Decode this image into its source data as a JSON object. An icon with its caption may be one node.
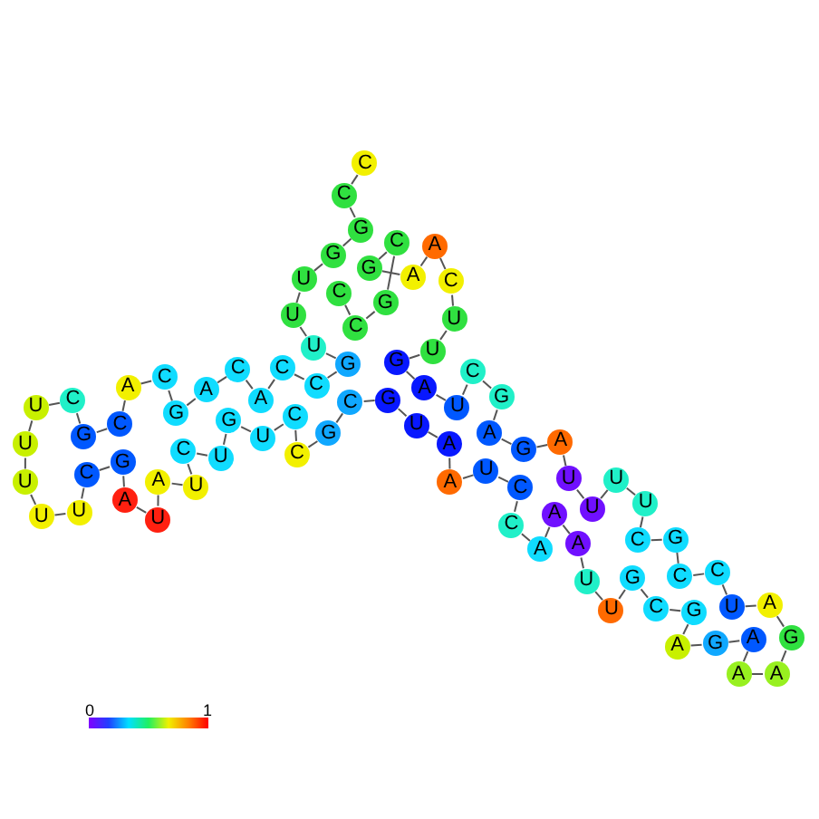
{
  "diagram": {
    "nodes": [
      {
        "text": [
          "C"
        ]
      },
      {
        "text": [
          "C"
        ]
      },
      {
        "text": [
          "G"
        ]
      },
      {
        "text": [
          "G"
        ]
      },
      {
        "text": [
          "U"
        ]
      },
      {
        "text": [
          "U"
        ]
      },
      {
        "text": [
          "U"
        ]
      },
      {
        "text": [
          "G"
        ]
      },
      {
        "text": [
          "C"
        ]
      },
      {
        "text": [
          "C"
        ]
      },
      {
        "text": [
          "A"
        ]
      },
      {
        "text": [
          "C"
        ]
      },
      {
        "text": [
          "A"
        ]
      },
      {
        "text": [
          "G"
        ]
      },
      {
        "text": [
          "C"
        ]
      },
      {
        "text": [
          "A"
        ]
      },
      {
        "text": [
          "C"
        ]
      },
      {
        "text": [
          "G"
        ]
      },
      {
        "text": [
          "C"
        ]
      },
      {
        "text": [
          "U"
        ]
      },
      {
        "text": [
          "U"
        ]
      },
      {
        "text": [
          "U"
        ]
      },
      {
        "text": [
          "U"
        ]
      },
      {
        "text": [
          "U"
        ]
      },
      {
        "text": [
          "C"
        ]
      },
      {
        "text": [
          "G"
        ]
      },
      {
        "text": [
          "A"
        ]
      },
      {
        "text": [
          "U"
        ]
      },
      {
        "text": [
          "A"
        ]
      },
      {
        "text": [
          "U"
        ]
      },
      {
        "text": [
          "C"
        ]
      },
      {
        "text": [
          "U"
        ]
      },
      {
        "text": [
          "G"
        ]
      },
      {
        "text": [
          "U"
        ]
      },
      {
        "text": [
          "C"
        ]
      },
      {
        "text": [
          "C"
        ]
      },
      {
        "text": [
          "G"
        ]
      },
      {
        "text": [
          "C"
        ]
      },
      {
        "text": [
          "G"
        ]
      },
      {
        "text": [
          "U"
        ]
      },
      {
        "text": [
          "A"
        ]
      },
      {
        "text": [
          "A"
        ]
      },
      {
        "text": [
          "U"
        ]
      },
      {
        "text": [
          "C"
        ]
      },
      {
        "text": [
          "C"
        ]
      },
      {
        "text": [
          "A"
        ]
      },
      {
        "text": [
          "A"
        ]
      },
      {
        "text": [
          "A"
        ]
      },
      {
        "text": [
          "U"
        ]
      },
      {
        "text": [
          "U"
        ]
      },
      {
        "text": [
          "G"
        ]
      },
      {
        "text": [
          "C"
        ]
      },
      {
        "text": [
          "G"
        ]
      },
      {
        "text": [
          "A"
        ]
      },
      {
        "text": [
          "G"
        ]
      },
      {
        "text": [
          "A"
        ]
      },
      {
        "text": [
          "A"
        ]
      },
      {
        "text": [
          "A"
        ]
      },
      {
        "text": [
          "G"
        ]
      },
      {
        "text": [
          "A"
        ]
      },
      {
        "text": [
          "U"
        ]
      },
      {
        "text": [
          "C"
        ]
      },
      {
        "text": [
          "C"
        ]
      },
      {
        "text": [
          "G"
        ]
      },
      {
        "text": [
          "C"
        ]
      },
      {
        "text": [
          "U"
        ]
      },
      {
        "text": [
          "U"
        ]
      },
      {
        "text": [
          "U"
        ]
      },
      {
        "text": [
          "U"
        ]
      },
      {
        "text": [
          "A"
        ]
      },
      {
        "text": [
          "G"
        ]
      },
      {
        "text": [
          "A"
        ]
      },
      {
        "text": [
          "G"
        ]
      },
      {
        "text": [
          "C"
        ]
      },
      {
        "text": [
          "U"
        ]
      },
      {
        "text": [
          "A"
        ]
      },
      {
        "text": [
          "G"
        ]
      },
      {
        "text": [
          "U"
        ]
      },
      {
        "text": [
          "U"
        ]
      },
      {
        "text": [
          "C"
        ]
      },
      {
        "text": [
          "A"
        ]
      },
      {
        "text": [
          "A"
        ]
      },
      {
        "text": [
          "G"
        ]
      },
      {
        "text": [
          "C"
        ]
      },
      {
        "text": [
          "G"
        ]
      },
      {
        "text": [
          "C"
        ]
      },
      {
        "text": [
          "C"
        ]
      }
    ],
    "edges": [
      {
        "from": 0,
        "to": 1,
        "arrow": "none"
      },
      {
        "from": 1,
        "to": 2,
        "arrow": "none"
      },
      {
        "from": 2,
        "to": 3,
        "arrow": "none"
      },
      {
        "from": 3,
        "to": 4,
        "arrow": "none"
      },
      {
        "from": 4,
        "to": 5,
        "arrow": "none"
      },
      {
        "from": 5,
        "to": 6,
        "arrow": "none"
      },
      {
        "from": 6,
        "to": 7,
        "arrow": "none"
      },
      {
        "from": 7,
        "to": 8,
        "arrow": "none"
      },
      {
        "from": 8,
        "to": 9,
        "arrow": "none"
      },
      {
        "from": 9,
        "to": 10,
        "arrow": "none"
      },
      {
        "from": 10,
        "to": 11,
        "arrow": "none"
      },
      {
        "from": 11,
        "to": 12,
        "arrow": "none"
      },
      {
        "from": 12,
        "to": 13,
        "arrow": "none"
      },
      {
        "from": 13,
        "to": 14,
        "arrow": "none"
      },
      {
        "from": 14,
        "to": 15,
        "arrow": "none"
      },
      {
        "from": 15,
        "to": 16,
        "arrow": "none"
      },
      {
        "from": 16,
        "to": 17,
        "arrow": "none"
      },
      {
        "from": 17,
        "to": 18,
        "arrow": "none"
      },
      {
        "from": 18,
        "to": 19,
        "arrow": "none"
      },
      {
        "from": 19,
        "to": 20,
        "arrow": "none"
      },
      {
        "from": 20,
        "to": 21,
        "arrow": "none"
      },
      {
        "from": 21,
        "to": 22,
        "arrow": "none"
      },
      {
        "from": 22,
        "to": 23,
        "arrow": "none"
      },
      {
        "from": 23,
        "to": 24,
        "arrow": "none"
      },
      {
        "from": 24,
        "to": 25,
        "arrow": "none"
      },
      {
        "from": 25,
        "to": 26,
        "arrow": "none"
      },
      {
        "from": 26,
        "to": 27,
        "arrow": "none"
      },
      {
        "from": 27,
        "to": 28,
        "arrow": "none"
      },
      {
        "from": 28,
        "to": 29,
        "arrow": "none"
      },
      {
        "from": 29,
        "to": 30,
        "arrow": "none"
      },
      {
        "from": 30,
        "to": 31,
        "arrow": "none"
      },
      {
        "from": 31,
        "to": 32,
        "arrow": "none"
      },
      {
        "from": 32,
        "to": 33,
        "arrow": "none"
      },
      {
        "from": 33,
        "to": 34,
        "arrow": "none"
      },
      {
        "from": 34,
        "to": 35,
        "arrow": "none"
      },
      {
        "from": 35,
        "to": 36,
        "arrow": "none"
      },
      {
        "from": 36,
        "to": 37,
        "arrow": "none"
      },
      {
        "from": 37,
        "to": 38,
        "arrow": "none"
      },
      {
        "from": 38,
        "to": 39,
        "arrow": "none"
      },
      {
        "from": 39,
        "to": 40,
        "arrow": "none"
      },
      {
        "from": 40,
        "to": 41,
        "arrow": "none"
      },
      {
        "from": 41,
        "to": 42,
        "arrow": "none"
      },
      {
        "from": 42,
        "to": 43,
        "arrow": "none"
      },
      {
        "from": 43,
        "to": 44,
        "arrow": "none"
      },
      {
        "from": 44,
        "to": 45,
        "arrow": "none"
      },
      {
        "from": 45,
        "to": 46,
        "arrow": "none"
      },
      {
        "from": 46,
        "to": 47,
        "arrow": "none"
      },
      {
        "from": 47,
        "to": 48,
        "arrow": "none"
      },
      {
        "from": 48,
        "to": 49,
        "arrow": "none"
      },
      {
        "from": 49,
        "to": 50,
        "arrow": "none"
      },
      {
        "from": 50,
        "to": 51,
        "arrow": "none"
      },
      {
        "from": 51,
        "to": 52,
        "arrow": "none"
      },
      {
        "from": 52,
        "to": 53,
        "arrow": "none"
      },
      {
        "from": 53,
        "to": 54,
        "arrow": "none"
      },
      {
        "from": 54,
        "to": 55,
        "arrow": "none"
      },
      {
        "from": 55,
        "to": 56,
        "arrow": "none"
      },
      {
        "from": 56,
        "to": 57,
        "arrow": "none"
      },
      {
        "from": 57,
        "to": 58,
        "arrow": "none"
      },
      {
        "from": 58,
        "to": 59,
        "arrow": "none"
      },
      {
        "from": 59,
        "to": 60,
        "arrow": "none"
      },
      {
        "from": 60,
        "to": 61,
        "arrow": "none"
      },
      {
        "from": 61,
        "to": 62,
        "arrow": "none"
      },
      {
        "from": 62,
        "to": 63,
        "arrow": "none"
      },
      {
        "from": 63,
        "to": 64,
        "arrow": "none"
      },
      {
        "from": 64,
        "to": 65,
        "arrow": "none"
      },
      {
        "from": 65,
        "to": 66,
        "arrow": "none"
      },
      {
        "from": 66,
        "to": 67,
        "arrow": "none"
      },
      {
        "from": 67,
        "to": 68,
        "arrow": "none"
      },
      {
        "from": 68,
        "to": 69,
        "arrow": "none"
      },
      {
        "from": 69,
        "to": 70,
        "arrow": "none"
      },
      {
        "from": 70,
        "to": 71,
        "arrow": "none"
      },
      {
        "from": 71,
        "to": 72,
        "arrow": "none"
      },
      {
        "from": 72,
        "to": 73,
        "arrow": "none"
      },
      {
        "from": 73,
        "to": 74,
        "arrow": "none"
      },
      {
        "from": 74,
        "to": 75,
        "arrow": "none"
      },
      {
        "from": 75,
        "to": 76,
        "arrow": "none"
      },
      {
        "from": 76,
        "to": 77,
        "arrow": "none"
      },
      {
        "from": 77,
        "to": 78,
        "arrow": "none"
      },
      {
        "from": 78,
        "to": 79,
        "arrow": "none"
      },
      {
        "from": 79,
        "to": 80,
        "arrow": "none"
      },
      {
        "from": 80,
        "to": 81,
        "arrow": "none"
      },
      {
        "from": 81,
        "to": 82,
        "arrow": "none"
      },
      {
        "from": 82,
        "to": 83,
        "arrow": "none"
      },
      {
        "from": 83,
        "to": 84,
        "arrow": "none"
      },
      {
        "from": 84,
        "to": 85,
        "arrow": "none"
      },
      {
        "from": 85,
        "to": 86,
        "arrow": "none"
      }
    ],
    "labels": [
      "0",
      "1"
    ]
  }
}
